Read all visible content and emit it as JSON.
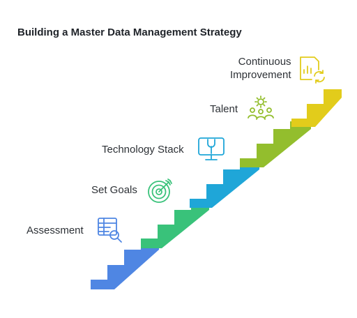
{
  "title": "Building a Master Data Management Strategy",
  "steps": [
    {
      "label": "Assessment",
      "icon": "table-search-icon",
      "color": "#4f86e3"
    },
    {
      "label": "Set Goals",
      "icon": "target-icon",
      "color": "#39c27a"
    },
    {
      "label": "Technology Stack",
      "icon": "monitor-wrench-icon",
      "color": "#1fa6d8"
    },
    {
      "label": "Talent",
      "icon": "people-gear-icon",
      "color": "#93be2d"
    },
    {
      "label": "Continuous Improvement",
      "label_lines": [
        "Continuous",
        "Improvement"
      ],
      "icon": "chart-refresh-icon",
      "color": "#e2cc1b"
    }
  ],
  "colors": {
    "blue": "#4f86e3",
    "green": "#39c27a",
    "cyan": "#1fa6d8",
    "lime": "#93be2d",
    "yellow": "#e2cc1b"
  }
}
